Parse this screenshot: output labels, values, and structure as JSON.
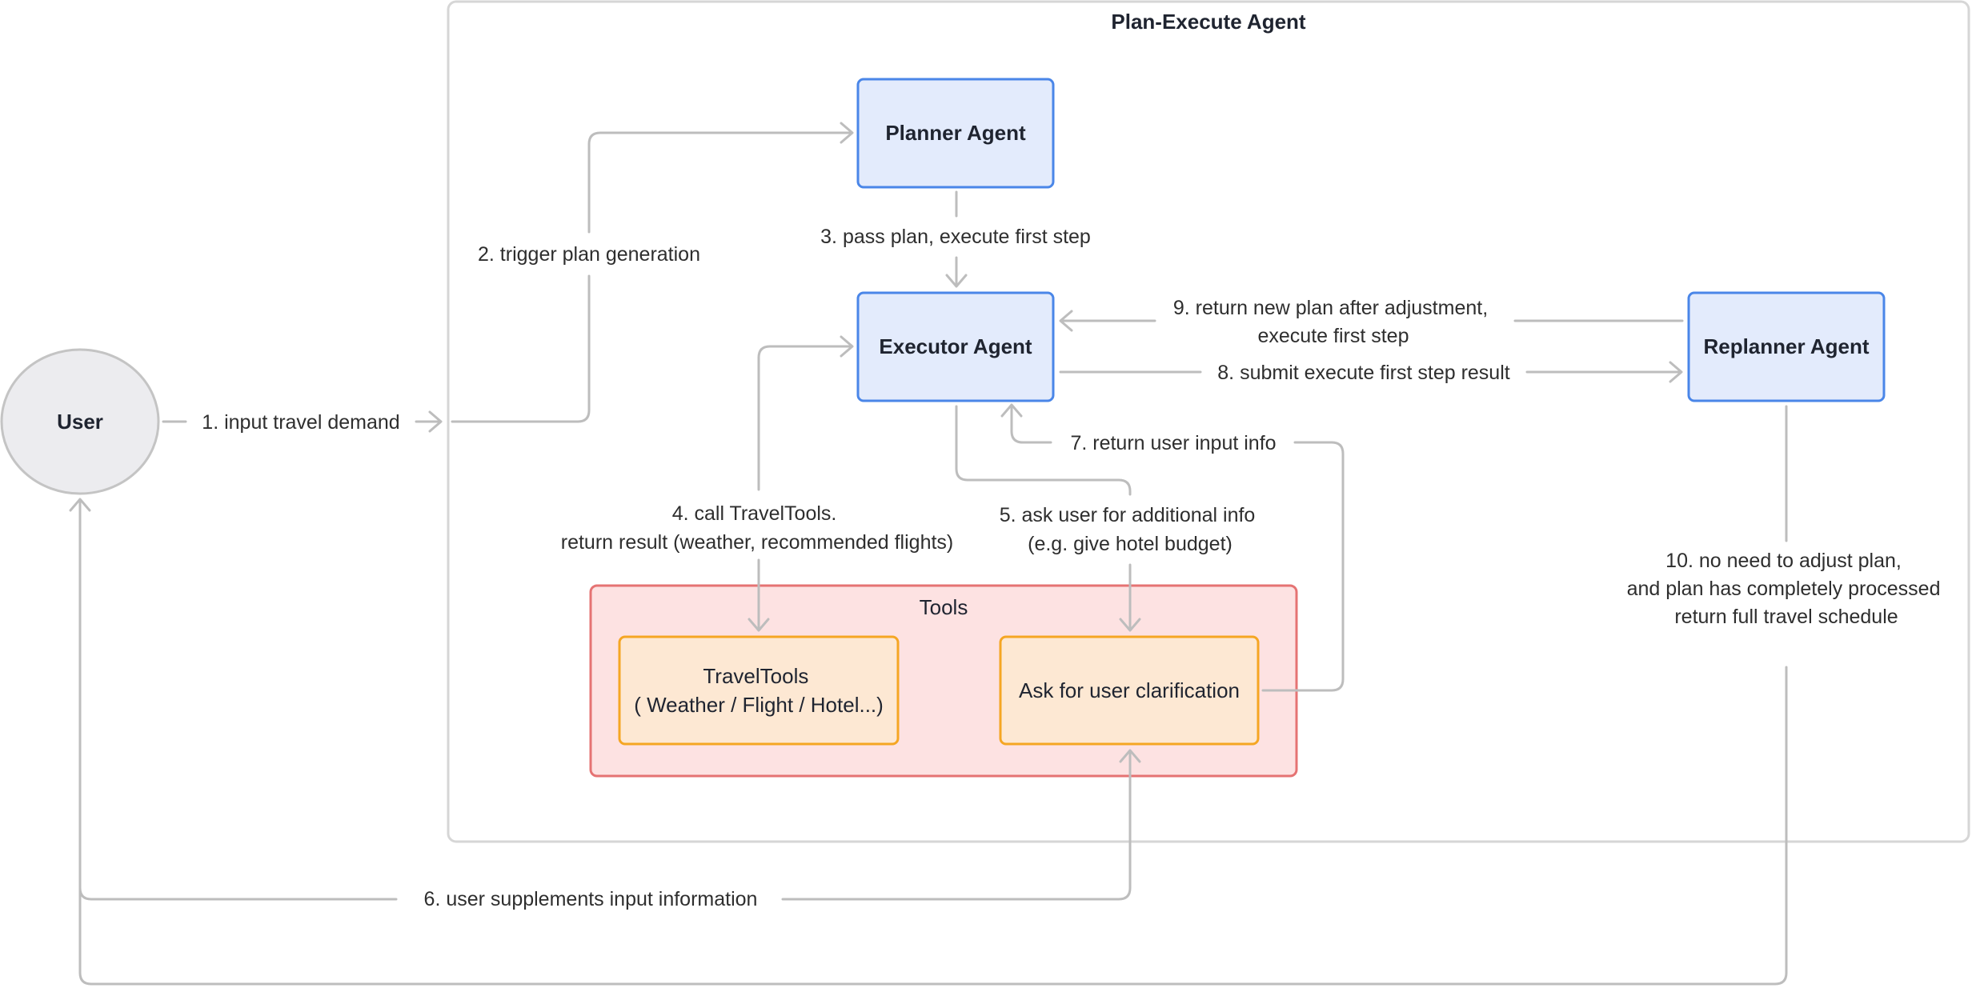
{
  "group_title": "Plan-Execute Agent",
  "nodes": {
    "user": "User",
    "planner": "Planner Agent",
    "executor": "Executor Agent",
    "replanner": "Replanner Agent",
    "tools_group": "Tools",
    "travel_tools": [
      "TravelTools",
      "( Weather / Flight / Hotel...)"
    ],
    "ask_clarification": "Ask for user clarification"
  },
  "edges": {
    "e1": "1. input travel demand",
    "e2": "2. trigger plan generation",
    "e3": "3. pass plan, execute first step",
    "e4": [
      "4. call TravelTools.",
      "return result (weather, recommended flights)"
    ],
    "e5": [
      "5. ask user for additional info",
      "(e.g. give hotel budget)"
    ],
    "e6": "6. user supplements input information",
    "e7": "7. return user input info",
    "e8": "8. submit execute first step result",
    "e9": [
      "9. return new plan after adjustment,",
      "execute first step"
    ],
    "e10": [
      "10. no need to adjust plan,",
      "and plan has completely processed",
      "",
      "return full travel schedule"
    ]
  },
  "colors": {
    "agent_fill": "#e3ebfc",
    "agent_stroke": "#4a86e8",
    "user_fill": "#ececef",
    "user_stroke": "#c4c4c4",
    "tools_fill": "#fde2e2",
    "tools_stroke": "#e57373",
    "tool_fill": "#fde8d3",
    "tool_stroke": "#f5a623",
    "arrow": "#bdbdbd",
    "group_stroke": "#d6d6d6"
  }
}
